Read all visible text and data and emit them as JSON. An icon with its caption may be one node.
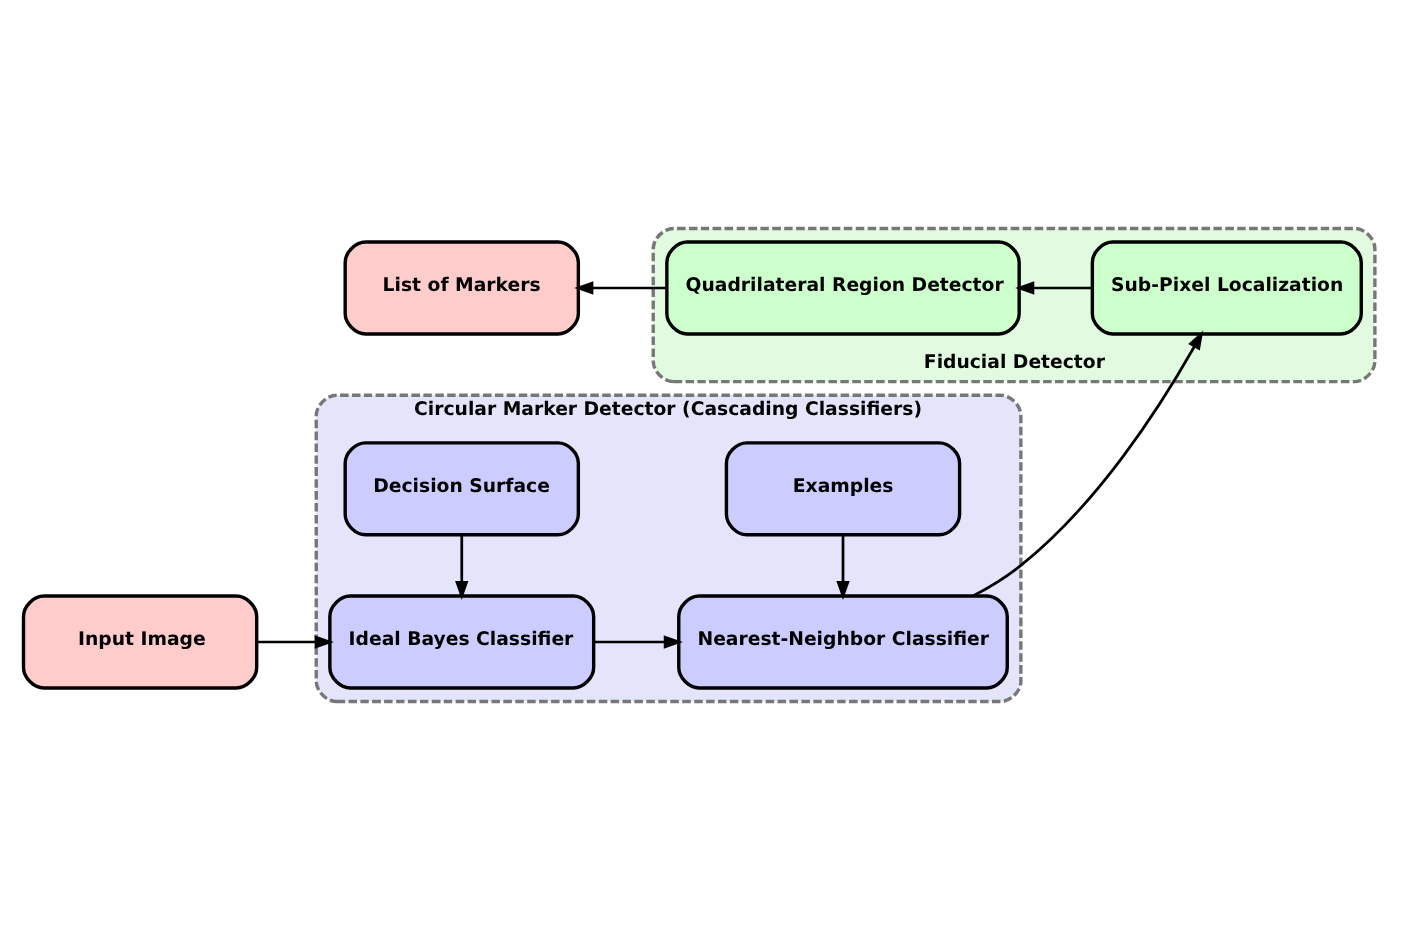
{
  "diagram": {
    "nodes": [
      {
        "text": [
          "Circular Marker Detector (Cascading Classifiers)"
        ]
      },
      {
        "text": [
          "Decision Surface"
        ],
        "in": 0
      },
      {
        "text": [
          "Examples"
        ],
        "in": 0
      },
      {
        "text": [
          "Ideal Bayes Classifier"
        ],
        "in": 0
      },
      {
        "text": [
          "Nearest-Neighbor Classifier"
        ],
        "in": 0
      },
      {
        "text": [
          "Input Image"
        ]
      },
      {
        "text": [
          "Fiducial Detector"
        ]
      },
      {
        "text": [
          "Quadrilateral Region Detector"
        ],
        "in": 6
      },
      {
        "text": [
          "Sub-Pixel Localization"
        ],
        "in": 6
      },
      {
        "text": [
          "List of Markers"
        ]
      }
    ],
    "edges": [
      {
        "from": 1,
        "to": 3,
        "arrow": "to"
      },
      {
        "from": 2,
        "to": 4,
        "arrow": "to"
      },
      {
        "from": 5,
        "to": 3,
        "arrow": "to"
      },
      {
        "from": 3,
        "to": 4,
        "arrow": "to"
      },
      {
        "from": 4,
        "to": 8,
        "arrow": "to"
      },
      {
        "from": 8,
        "to": 7,
        "arrow": "to"
      },
      {
        "from": 7,
        "to": 9,
        "arrow": "to"
      }
    ]
  }
}
